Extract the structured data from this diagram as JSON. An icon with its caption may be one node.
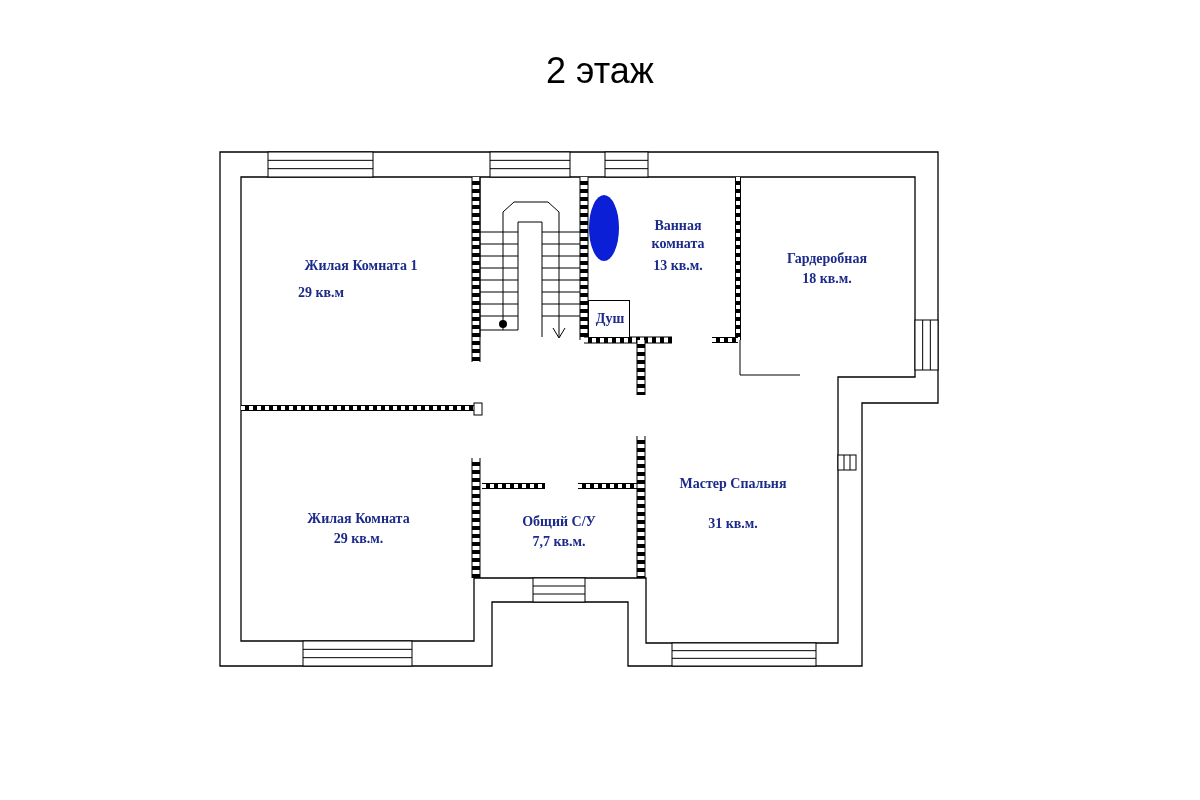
{
  "diagram": {
    "title": "2 этаж",
    "nodes": [
      {
        "text": [
          "Жилая Комната 1",
          "29 кв.м"
        ]
      },
      {
        "text": [
          "Ванная комната",
          "13 кв.м."
        ]
      },
      {
        "text": [
          "Душ"
        ],
        "in": 1
      },
      {
        "text": [
          "Гардеробная",
          "18 кв.м."
        ]
      },
      {
        "text": [
          "Жилая Комната",
          "29 кв.м."
        ]
      },
      {
        "text": [
          "Общий С/У",
          "7,7 кв.м."
        ]
      },
      {
        "text": [
          "Мастер Спальня",
          "31 кв.м."
        ]
      }
    ]
  }
}
